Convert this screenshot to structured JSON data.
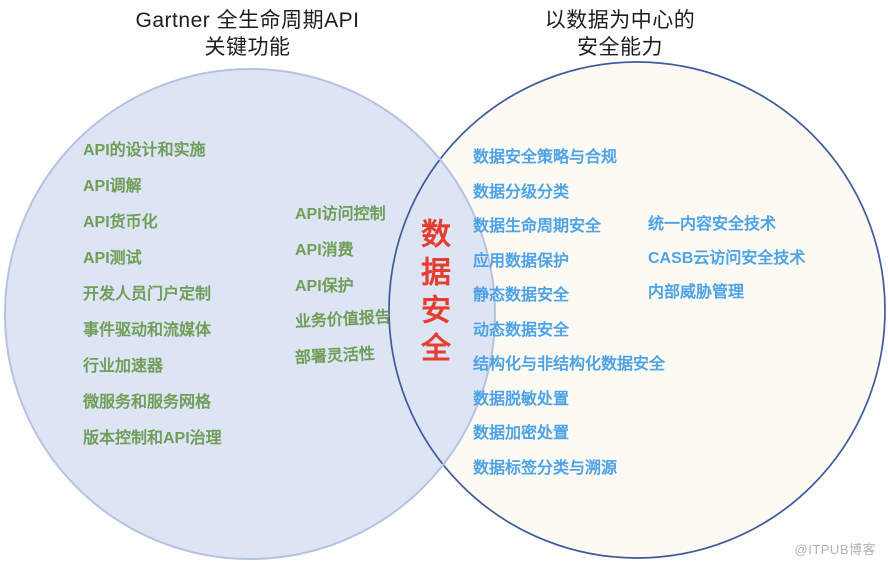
{
  "left_circle": {
    "title_line1": "Gartner 全生命周期API",
    "title_line2": "关键功能",
    "fill_color": "#dce3f2",
    "stroke_color": "#b6c2e1",
    "text_color": "#6f9e59",
    "items": [
      "API的设计和实施",
      "API调解",
      "API货币化",
      "API测试",
      "开发人员门户定制",
      "事件驱动和流媒体",
      "行业加速器",
      "微服务和服务网格",
      "版本控制和API治理"
    ],
    "items_col2": [
      "API访问控制",
      "API消费",
      "API保护",
      "业务价值报告",
      "部署灵活性"
    ]
  },
  "right_circle": {
    "title_line1": "以数据为中心的",
    "title_line2": "安全能力",
    "fill_color": "#fdf9f3",
    "stroke_color": "#3f5a9d",
    "text_color": "#4da3e6",
    "items": [
      "数据安全策略与合规",
      "数据分级分类",
      "数据生命周期安全",
      "应用数据保护",
      "静态数据安全",
      "动态数据安全",
      "结构化与非结构化数据安全",
      "数据脱敏处置",
      "数据加密处置",
      "数据标签分类与溯源"
    ],
    "items_col2": [
      "统一内容安全技术",
      "CASB云访问安全技术",
      "内部威胁管理"
    ]
  },
  "overlap": {
    "label": "数据安全",
    "text_color": "#e53e31"
  },
  "watermark": "@ITPUB博客"
}
